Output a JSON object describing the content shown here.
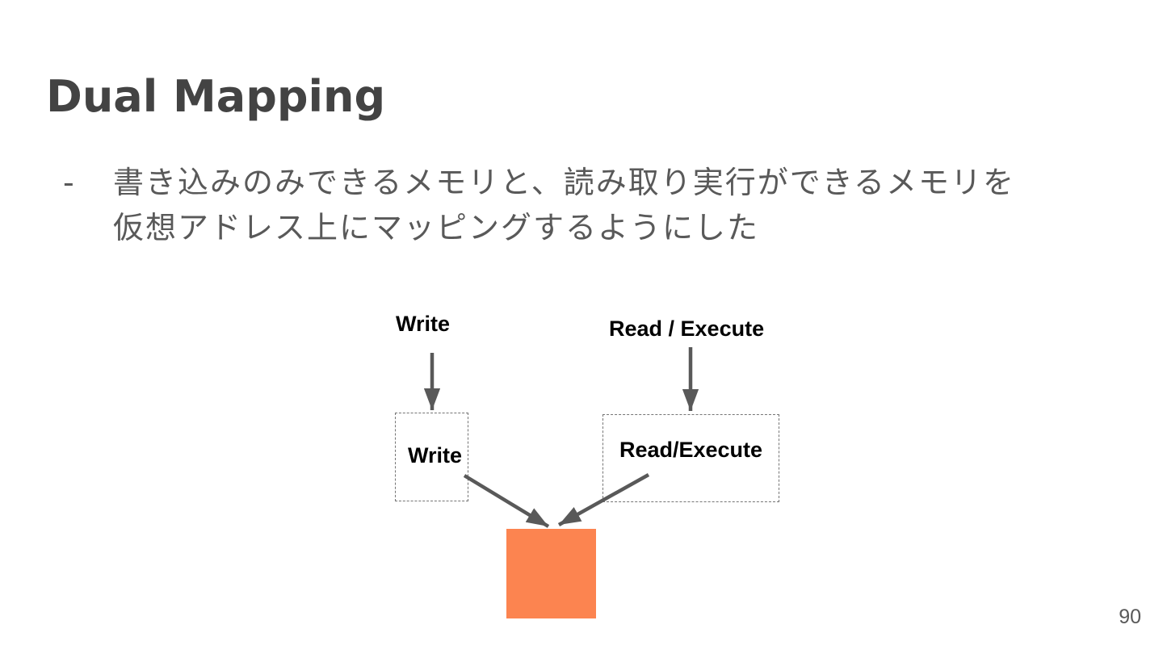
{
  "slide": {
    "title": "Dual Mapping",
    "bullet": {
      "marker": "-",
      "line1": "書き込みのみできるメモリと、読み取り実行ができるメモリを",
      "line2": "仮想アドレス上にマッピングするようにした"
    },
    "page_number": "90"
  },
  "diagram": {
    "write_arrow_label": "Write",
    "read_execute_arrow_label": "Read / Execute",
    "write_box_label": "Write",
    "read_execute_box_label": "Read/Execute",
    "colors": {
      "memory_square_fill": "#FC8450",
      "arrow": "#595959",
      "box_border": "#757575",
      "title_text": "#434343",
      "body_text": "#595959",
      "label_text": "#000000"
    }
  }
}
